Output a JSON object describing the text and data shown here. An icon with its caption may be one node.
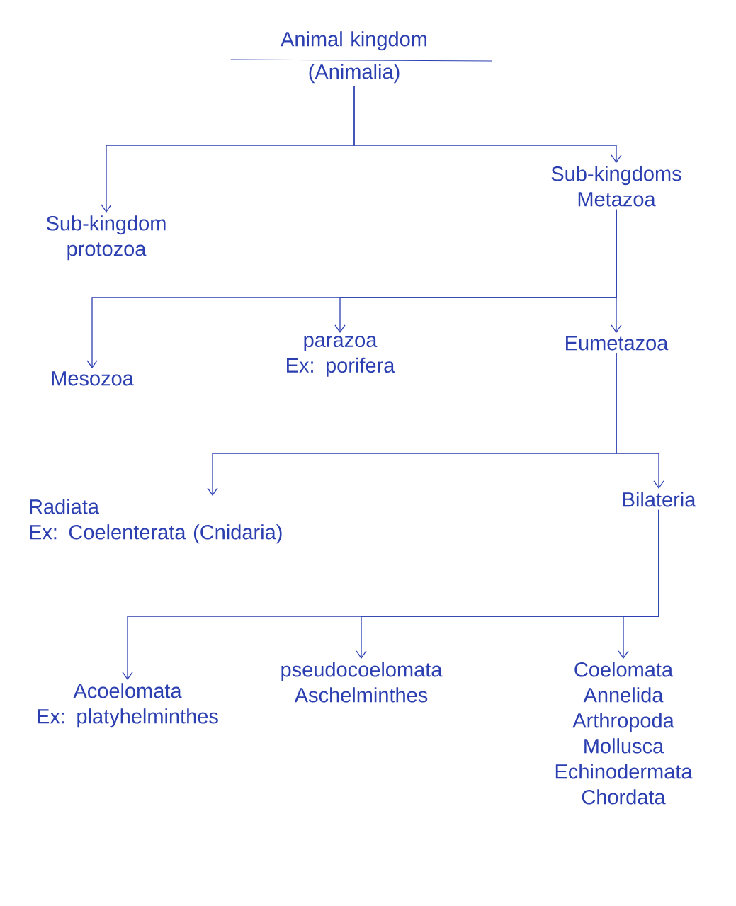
{
  "diagram": {
    "nodes": [
      {
        "text": [
          "Animal kingdom",
          "(Animalia)"
        ]
      },
      {
        "text": [
          "Sub-kingdom protozoa"
        ]
      },
      {
        "text": [
          "Sub-kingdoms Metazoa"
        ]
      },
      {
        "text": [
          "Mesozoa"
        ]
      },
      {
        "text": [
          "parazoa",
          "Ex: porifera"
        ]
      },
      {
        "text": [
          "Eumetazoa"
        ]
      },
      {
        "text": [
          "Radiata",
          "Ex: Coelenterata (Cnidaria)"
        ]
      },
      {
        "text": [
          "Bilateria"
        ]
      },
      {
        "text": [
          "Acoelomata",
          "Ex: platyhelminthes"
        ]
      },
      {
        "text": [
          "pseudocoelomata",
          "Aschelminthes"
        ]
      },
      {
        "text": [
          "Coelomata",
          "Annelida",
          "Arthropoda",
          "Mollusca",
          "Echinodermata",
          "Chordata"
        ]
      }
    ],
    "edges": [
      {
        "from": 0,
        "to": 1,
        "arrow": "to"
      },
      {
        "from": 0,
        "to": 2,
        "arrow": "to"
      },
      {
        "from": 2,
        "to": 3,
        "arrow": "to"
      },
      {
        "from": 2,
        "to": 4,
        "arrow": "to"
      },
      {
        "from": 2,
        "to": 5,
        "arrow": "to"
      },
      {
        "from": 5,
        "to": 6,
        "arrow": "to"
      },
      {
        "from": 5,
        "to": 7,
        "arrow": "to"
      },
      {
        "from": 7,
        "to": 8,
        "arrow": "to"
      },
      {
        "from": 7,
        "to": 9,
        "arrow": "to"
      },
      {
        "from": 7,
        "to": 10,
        "arrow": "to"
      }
    ]
  }
}
